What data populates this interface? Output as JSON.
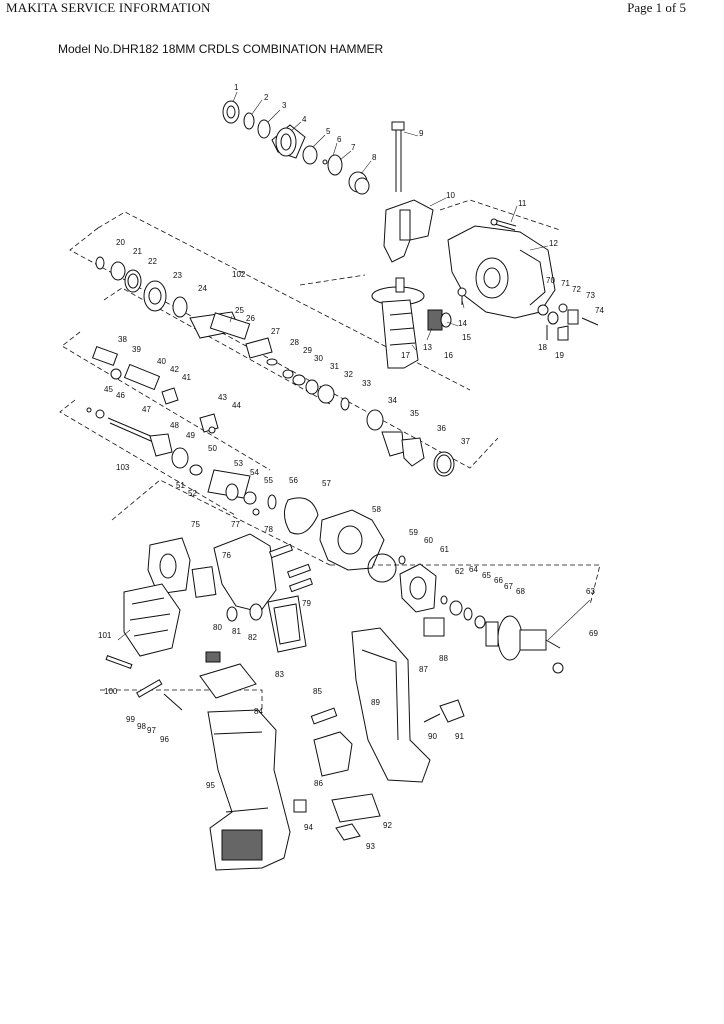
{
  "header": {
    "left": "MAKITA SERVICE INFORMATION",
    "right": "Page 1 of 5"
  },
  "model_line": "Model No.DHR182 18MM CRDLS COMBINATION HAMMER",
  "part_numbers": [
    "1",
    "2",
    "3",
    "4",
    "5",
    "6",
    "7",
    "8",
    "9",
    "10",
    "11",
    "12",
    "13",
    "14",
    "15",
    "16",
    "17",
    "18",
    "19",
    "20",
    "21",
    "22",
    "23",
    "24",
    "25",
    "26",
    "27",
    "28",
    "29",
    "30",
    "31",
    "32",
    "33",
    "34",
    "35",
    "36",
    "37",
    "38",
    "39",
    "40",
    "41",
    "42",
    "43",
    "44",
    "45",
    "46",
    "47",
    "48",
    "49",
    "50",
    "51",
    "52",
    "53",
    "54",
    "55",
    "56",
    "57",
    "58",
    "59",
    "60",
    "61",
    "62",
    "63",
    "64",
    "65",
    "66",
    "67",
    "68",
    "69",
    "70",
    "71",
    "72",
    "73",
    "74",
    "75",
    "76",
    "77",
    "78",
    "79",
    "80",
    "81",
    "82",
    "83",
    "84",
    "85",
    "86",
    "87",
    "88",
    "89",
    "90",
    "91",
    "92",
    "93",
    "94",
    "95",
    "96",
    "97",
    "98",
    "99",
    "100",
    "101",
    "102",
    "103"
  ]
}
